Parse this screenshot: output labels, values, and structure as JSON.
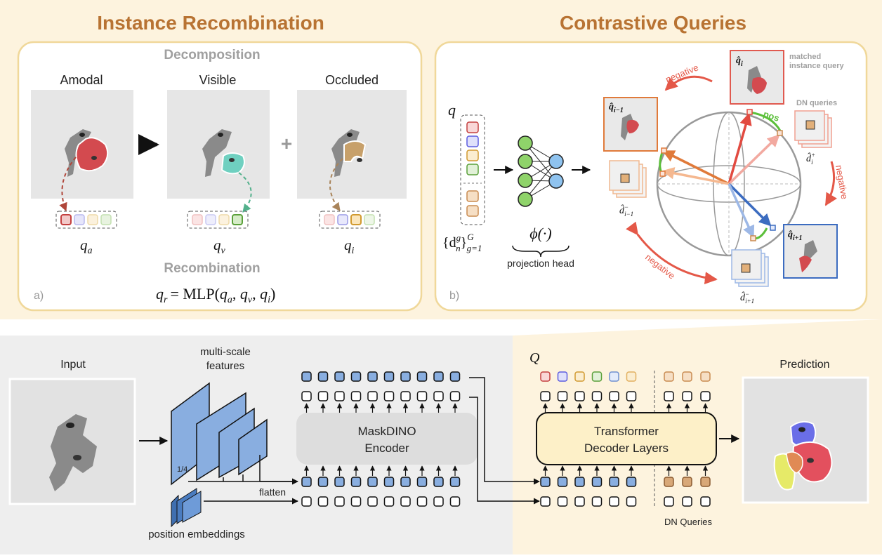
{
  "colors": {
    "title_brown": "#b87333",
    "panel_bg": "#fdf3de",
    "panel_border": "#f0d89a",
    "gray_bg": "#eeeeee",
    "query_blue": "#89aee0",
    "decoder_fill": "#fdf0c8",
    "encoder_fill": "#dddddd",
    "neg_red": "#e45848",
    "pos_green": "#5bbf3a",
    "dn_brown": "#c98b50"
  },
  "top": {
    "title_left": "Instance Recombination",
    "title_right": "Contrastive Queries"
  },
  "panel_a": {
    "decomposition": "Decomposition",
    "recombination": "Recombination",
    "col_amodal": "Amodal",
    "col_visible": "Visible",
    "col_occluded": "Occluded",
    "label_a": "a)",
    "q_a": "q",
    "q_a_sub": "a",
    "q_v": "q",
    "q_v_sub": "v",
    "q_i": "q",
    "q_i_sub": "i",
    "formula_lhs": "q",
    "formula_lhs_sub": "r",
    "formula_eq": "= MLP(",
    "formula_args": [
      {
        "base": "q",
        "sub": "a"
      },
      {
        "base": "q",
        "sub": "v"
      },
      {
        "base": "q",
        "sub": "i"
      }
    ],
    "formula_close": ")"
  },
  "panel_b": {
    "label_b": "b)",
    "q_label": "q",
    "dn_set": "{d",
    "dn_set_sup": "g",
    "dn_set_sub": "n",
    "dn_set_close": "}",
    "dn_set_G": "G",
    "dn_set_g1": "g=1",
    "phi": "ϕ(·)",
    "projection_head": "projection head",
    "q_hat_i": "q̂",
    "q_hat_i_sub": "i",
    "matched_1": "matched",
    "matched_2": "instance query",
    "q_hat_im1_sub": "i−1",
    "q_hat_ip1_sub": "i+1",
    "dn_queries": "DN queries",
    "d_hat": "d̂",
    "d_hat_i_plus_sub": "i",
    "d_hat_i_plus_sup": "+",
    "d_hat_im1_sub": "i−1",
    "d_hat_im1_sup": "−",
    "d_hat_ip1_sub": "i+1",
    "d_hat_ip1_sup": "−",
    "negative": "negative",
    "pos": "pos"
  },
  "bottom": {
    "input": "Input",
    "multi_scale_1": "multi-scale",
    "multi_scale_2": "features",
    "one_quarter": "1/4",
    "flatten": "flatten",
    "position_embeddings": "position embeddings",
    "encoder_1": "MaskDINO",
    "encoder_2": "Encoder",
    "Q_label": "Q",
    "decoder_1": "Transformer",
    "decoder_2": "Decoder Layers",
    "dn_queries": "DN Queries",
    "prediction": "Prediction"
  }
}
